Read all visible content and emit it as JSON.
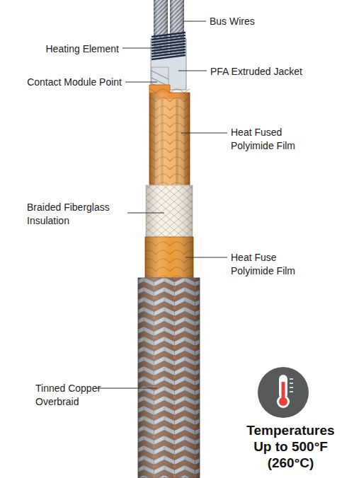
{
  "diagram": {
    "labels": [
      "Bus Wires",
      "Heating Element",
      "PFA Extruded Jacket",
      "Contact Module Point",
      "Heat Fused Polyimide Film",
      "Braided Fiberglass Insulation",
      "Heat Fuse Polyimide Film",
      "Tinned Copper Overbraid",
      "Temperatures Up to 500°F (260°C)"
    ]
  }
}
